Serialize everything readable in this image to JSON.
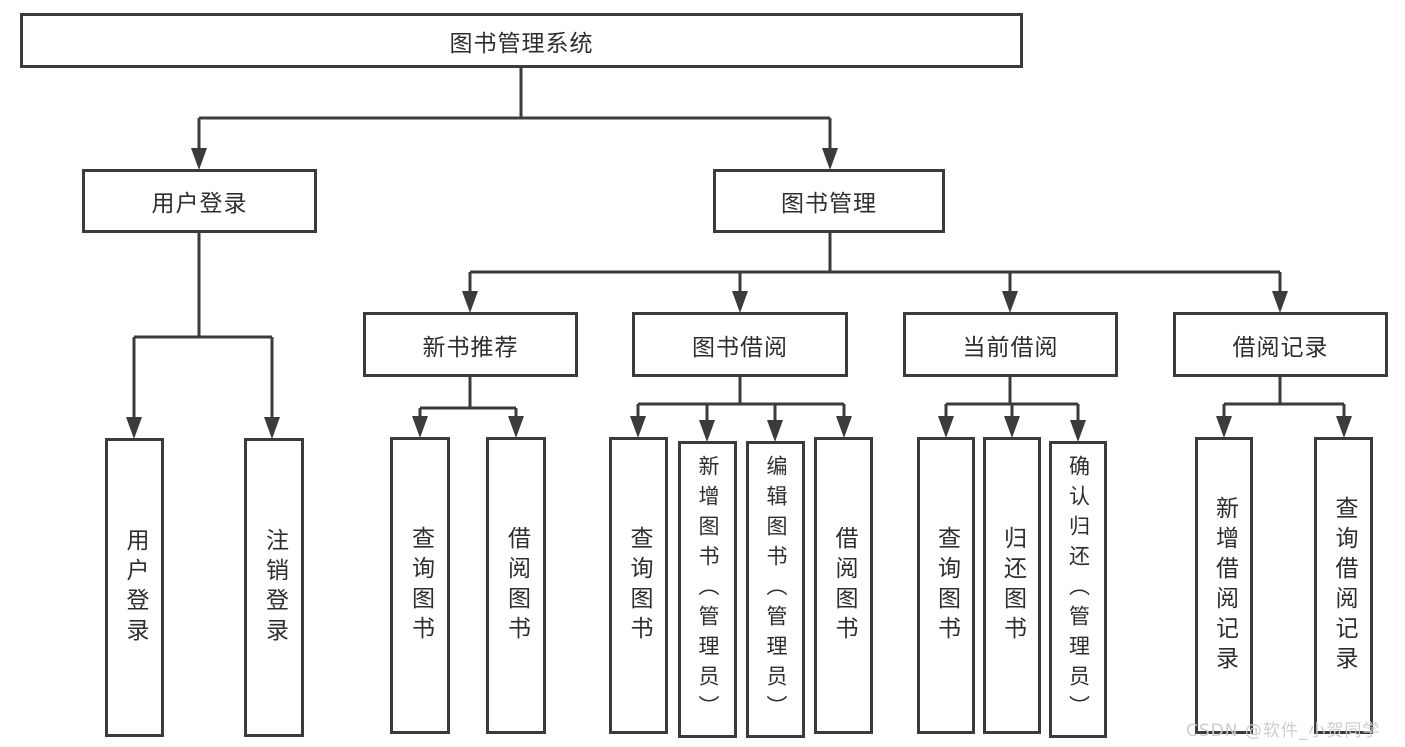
{
  "diagram": {
    "root": {
      "label": "图书管理系统"
    },
    "branches": [
      {
        "label": "用户登录",
        "children": [
          {
            "label": "用户登录"
          },
          {
            "label": "注销登录"
          }
        ]
      },
      {
        "label": "图书管理",
        "children": [
          {
            "label": "新书推荐",
            "children": [
              {
                "label": "查询图书"
              },
              {
                "label": "借阅图书"
              }
            ]
          },
          {
            "label": "图书借阅",
            "children": [
              {
                "label": "查询图书"
              },
              {
                "label": "新增图书（管理员）"
              },
              {
                "label": "编辑图书（管理员）"
              },
              {
                "label": "借阅图书"
              }
            ]
          },
          {
            "label": "当前借阅",
            "children": [
              {
                "label": "查询图书"
              },
              {
                "label": "归还图书"
              },
              {
                "label": "确认归还（管理员）"
              }
            ]
          },
          {
            "label": "借阅记录",
            "children": [
              {
                "label": "新增借阅记录"
              },
              {
                "label": "查询借阅记录"
              }
            ]
          }
        ]
      }
    ]
  },
  "watermark": "CSDN @软件_小贺同学",
  "colors": {
    "line": "#3b3b3b",
    "text": "#2e2e2e",
    "background": "#ffffff",
    "watermark": "#cbcdd1"
  }
}
